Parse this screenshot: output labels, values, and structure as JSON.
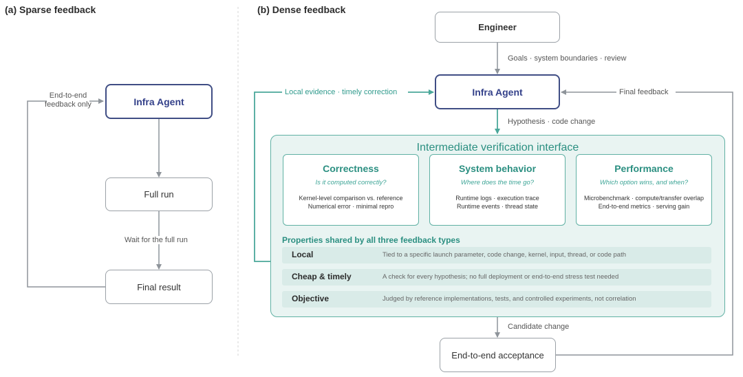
{
  "panels": {
    "sparse_title": "(a) Sparse feedback",
    "dense_title": "(b) Dense feedback"
  },
  "sparse": {
    "agent": "Infra Agent",
    "full_run": "Full run",
    "final_result": "Final result",
    "loop_label_line1": "End-to-end",
    "loop_label_line2": "feedback only",
    "wait_label": "Wait for the full run"
  },
  "dense": {
    "engineer": "Engineer",
    "agent": "Infra Agent",
    "acceptance": "End-to-end acceptance",
    "goals_label": "Goals · system boundaries · review",
    "hypothesis_label": "Hypothesis · code change",
    "candidate_label": "Candidate change",
    "local_evidence_label": "Local evidence · timely correction",
    "final_feedback_label": "Final feedback",
    "interface": {
      "title": "Intermediate verification interface",
      "cards": [
        {
          "title": "Correctness",
          "question": "Is it computed correctly?",
          "line1": "Kernel-level comparison vs. reference",
          "line2": "Numerical error · minimal repro"
        },
        {
          "title": "System behavior",
          "question": "Where does the time go?",
          "line1": "Runtime logs · execution trace",
          "line2": "Runtime events · thread state"
        },
        {
          "title": "Performance",
          "question": "Which option wins, and when?",
          "line1": "Microbenchmark · compute/transfer overlap",
          "line2": "End-to-end metrics · serving gain"
        }
      ],
      "properties_title": "Properties shared by all three feedback types",
      "properties": [
        {
          "name": "Local",
          "desc": "Tied to a specific launch parameter, code change, kernel, input, thread, or code path"
        },
        {
          "name": "Cheap & timely",
          "desc": "A check for every hypothesis; no full deployment or end-to-end stress test needed"
        },
        {
          "name": "Objective",
          "desc": "Judged by reference implementations, tests, and controlled experiments, not correlation"
        }
      ]
    }
  },
  "colors": {
    "teal": "#4aa79a",
    "teal_text": "#2b8f81",
    "agent_border": "#3f4d84",
    "gray_line": "#9aa0a6",
    "panel_bg": "#e9f4f2"
  }
}
